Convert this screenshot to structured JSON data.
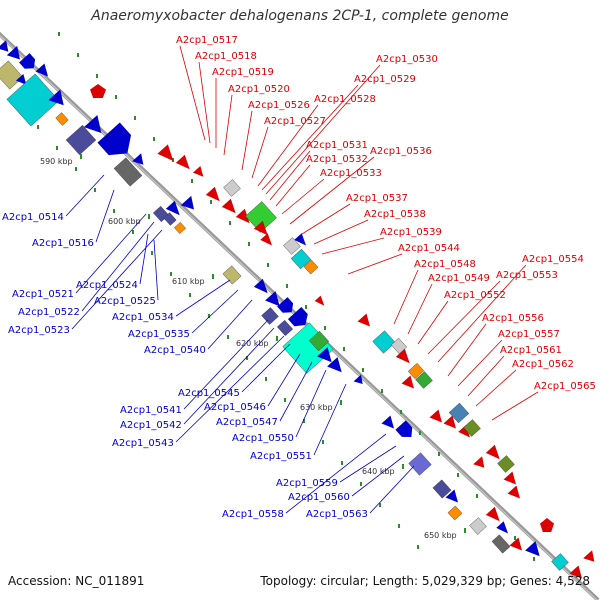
{
  "title": "Anaeromyxobacter dehalogenans 2CP-1, complete genome",
  "footer": {
    "accession": "Accession: NC_011891",
    "topology": "Topology: circular; Length: 5,029,329 bp; Genes: 4,528"
  },
  "colors": {
    "backbone": "#888888",
    "forward_strand": "#dd0000",
    "reverse_strand": "#0000cc",
    "tick": "#2e8b2e",
    "kbp_label": "#333333"
  },
  "ticks": [
    {
      "label": "590 kbp"
    },
    {
      "label": "600 kbp"
    },
    {
      "label": "610 kbp"
    },
    {
      "label": "620 kbp"
    },
    {
      "label": "630 kbp"
    },
    {
      "label": "640 kbp"
    },
    {
      "label": "650 kbp"
    }
  ],
  "labels_forward": [
    "A2cp1_0517",
    "A2cp1_0518",
    "A2cp1_0519",
    "A2cp1_0520",
    "A2cp1_0526",
    "A2cp1_0527",
    "A2cp1_0528",
    "A2cp1_0529",
    "A2cp1_0530",
    "A2cp1_0531",
    "A2cp1_0532",
    "A2cp1_0533",
    "A2cp1_0536",
    "A2cp1_0537",
    "A2cp1_0538",
    "A2cp1_0539",
    "A2cp1_0544",
    "A2cp1_0548",
    "A2cp1_0549",
    "A2cp1_0552",
    "A2cp1_0553",
    "A2cp1_0554",
    "A2cp1_0556",
    "A2cp1_0557",
    "A2cp1_0561",
    "A2cp1_0562",
    "A2cp1_0565"
  ],
  "labels_reverse": [
    "A2cp1_0514",
    "A2cp1_0516",
    "A2cp1_0521",
    "A2cp1_0522",
    "A2cp1_0523",
    "A2cp1_0524",
    "A2cp1_0525",
    "A2cp1_0534",
    "A2cp1_0535",
    "A2cp1_0540",
    "A2cp1_0541",
    "A2cp1_0542",
    "A2cp1_0543",
    "A2cp1_0545",
    "A2cp1_0546",
    "A2cp1_0547",
    "A2cp1_0550",
    "A2cp1_0551",
    "A2cp1_0558",
    "A2cp1_0559",
    "A2cp1_0560",
    "A2cp1_0563"
  ]
}
